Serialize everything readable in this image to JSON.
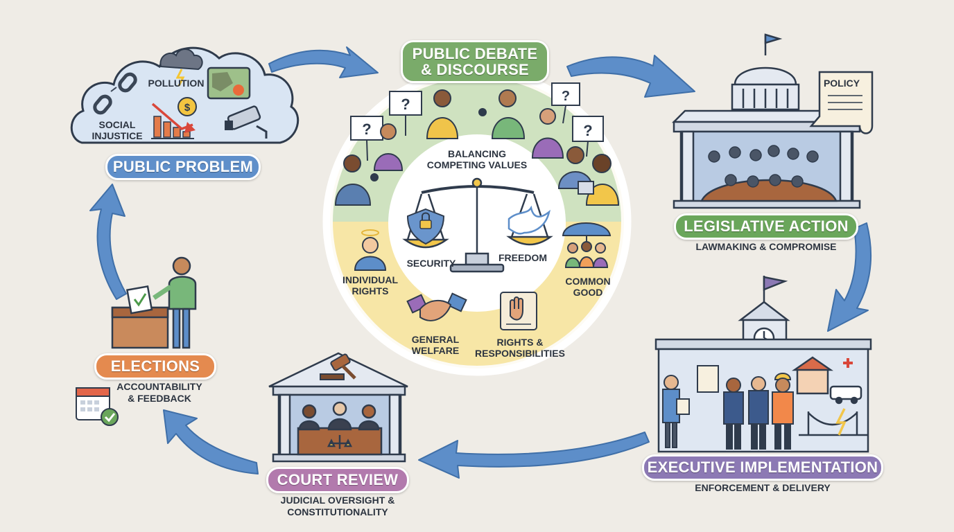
{
  "colors": {
    "arrow": "#5d8ec9",
    "problem": "#5f8fca",
    "debate": "#7aab6a",
    "legislative": "#6aa65b",
    "executive": "#8c79b4",
    "court": "#b27aad",
    "elections": "#e48a4f"
  },
  "stages": {
    "public_problem": {
      "title": "PUBLIC PROBLEM",
      "labels": {
        "pollution": "POLLUTION",
        "social_injustice_1": "SOCIAL",
        "social_injustice_2": "INJUSTICE"
      }
    },
    "public_debate": {
      "title_1": "PUBLIC DEBATE",
      "title_2": "& DISCOURSE"
    },
    "legislative": {
      "title": "LEGISLATIVE ACTION",
      "subtitle": "LAWMAKING & COMPROMISE",
      "document": "POLICY"
    },
    "executive": {
      "title": "EXECUTIVE IMPLEMENTATION",
      "subtitle": "ENFORCEMENT & DELIVERY"
    },
    "court": {
      "title": "COURT REVIEW",
      "subtitle_1": "JUDICIAL OVERSIGHT &",
      "subtitle_2": "CONSTITUTIONALITY"
    },
    "elections": {
      "title": "ELECTIONS",
      "subtitle_1": "ACCOUNTABILITY",
      "subtitle_2": "& FEEDBACK"
    }
  },
  "center": {
    "heading_1": "BALANCING",
    "heading_2": "COMPETING VALUES",
    "security": "SECURITY",
    "freedom": "FREEDOM",
    "individual_rights_1": "INDIVIDUAL",
    "individual_rights_2": "RIGHTS",
    "common_good_1": "COMMON",
    "common_good_2": "GOOD",
    "general_welfare_1": "GENERAL",
    "general_welfare_2": "WELFARE",
    "rights_resp_1": "RIGHTS &",
    "rights_resp_2": "RESPONSIBILITIES"
  }
}
